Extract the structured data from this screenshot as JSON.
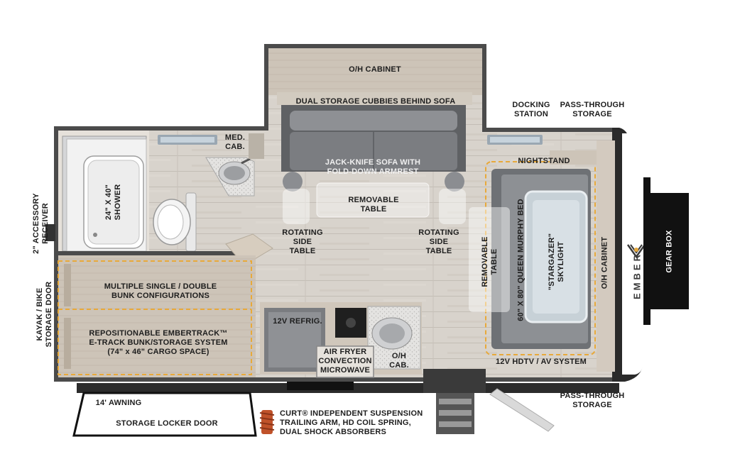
{
  "brand": {
    "logo_text": "EMBER",
    "logo_color": "#3a3a3a"
  },
  "colors": {
    "wall": "#4a4a4a",
    "floor": "#d9d4cd",
    "cabinet": "#cfc6b9",
    "sofa": "#6d6f72",
    "bed_frame": "#7a7d80",
    "skylight": "#c9d4da",
    "dashed_outline": "#e8a93a",
    "gear_box": "#111111",
    "spring": "#c0522a"
  },
  "labels": {
    "oh_cabinet_top": "O/H CABINET",
    "dual_storage": "DUAL STORAGE CUBBIES BEHIND SOFA",
    "docking_station": [
      "DOCKING",
      "STATION"
    ],
    "pass_through_top": [
      "PASS-THROUGH",
      "STORAGE"
    ],
    "med_cab": [
      "MED.",
      "CAB."
    ],
    "sofa": [
      "JACK-KNIFE SOFA WITH",
      "FOLD-DOWN ARMREST"
    ],
    "nightstand": "NIGHTSTAND",
    "removable_table_center": [
      "REMOVABLE",
      "TABLE"
    ],
    "shower": [
      "24\" X 40\"",
      "SHOWER"
    ],
    "accessory_receiver": [
      "2\" ACCESSORY",
      "RECEIVER"
    ],
    "rotating_left": [
      "ROTATING",
      "SIDE",
      "TABLE"
    ],
    "rotating_right": [
      "ROTATING",
      "SIDE",
      "TABLE"
    ],
    "removable_table_right": [
      "REMOVABLE",
      "TABLE"
    ],
    "murphy_bed": "60\" X 80\" QUEEN MURPHY BED",
    "skylight": [
      "\"STARGAZER\"",
      "SKYLIGHT"
    ],
    "oh_cabinet_right": "O/H CABINET",
    "gear_box": "GEAR BOX",
    "kayak_door": [
      "KAYAK / BIKE",
      "STORAGE DOOR"
    ],
    "bunk_config": [
      "MULTIPLE SINGLE / DOUBLE",
      "BUNK CONFIGURATIONS"
    ],
    "embertrack": [
      "REPOSITIONABLE EMBERTRACK™",
      "E-TRACK BUNK/STORAGE SYSTEM",
      "(74\" x 46\" CARGO SPACE)"
    ],
    "refrig": "12V REFRIG.",
    "air_fryer": [
      "AIR FRYER",
      "CONVECTION",
      "MICROWAVE"
    ],
    "oh_cab_small": [
      "O/H",
      "CAB."
    ],
    "hdtv": "12V HDTV / AV SYSTEM",
    "pass_through_bottom": [
      "PASS-THROUGH",
      "STORAGE"
    ],
    "awning": "14' AWNING",
    "storage_locker": "STORAGE LOCKER DOOR",
    "suspension": [
      "CURT® INDEPENDENT SUSPENSION",
      "TRAILING ARM, HD COIL SPRING,",
      "DUAL SHOCK ABSORBERS"
    ]
  }
}
